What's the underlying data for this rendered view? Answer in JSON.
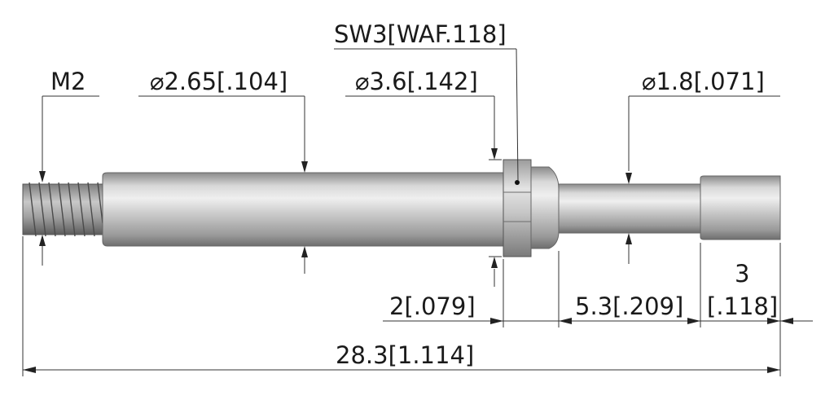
{
  "labels": {
    "thread": "M2",
    "dia_shank": "⌀2.65[.104]",
    "dia_collar": "⌀3.6[.142]",
    "wrench_flats": "SW3[WAF.118]",
    "dia_tip": "⌀1.8[.071]",
    "len_hex": "2[.079]",
    "len_neck": "5.3[.209]",
    "len_tip_mm": "3",
    "len_tip_in": "[.118]",
    "len_overall": "28.3[1.114]"
  },
  "colors": {
    "ink": "#1a1a1a",
    "metal_light": "#dedede",
    "metal_mid": "#b4b4b4",
    "metal_dark": "#6e6e6e"
  }
}
